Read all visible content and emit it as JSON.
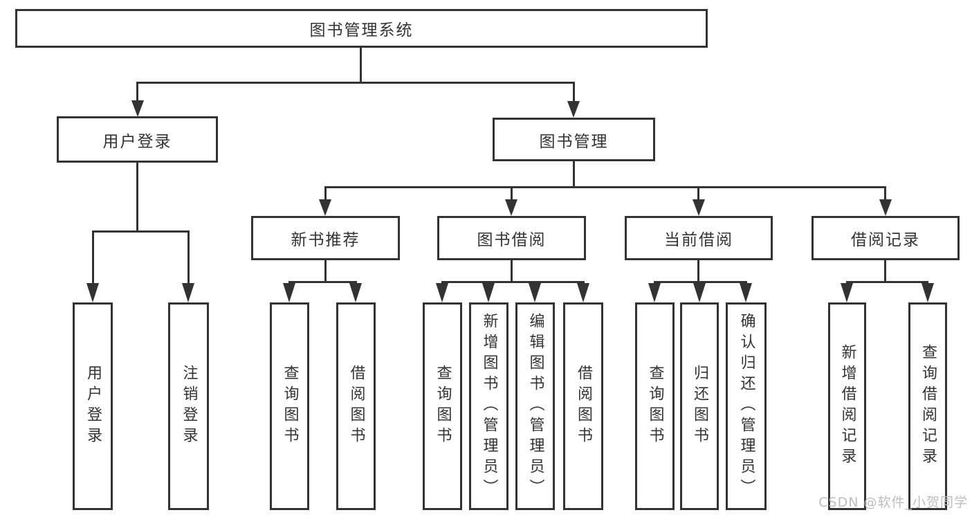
{
  "colors": {
    "line": "#333333",
    "text": "#333333",
    "box_background": "#ffffff",
    "watermark": "#bdbdbd"
  },
  "watermark": {
    "text": "CSDN @软件_小贺同学"
  },
  "tree": {
    "root": {
      "label": "图书管理系统"
    },
    "branches": [
      {
        "label": "用户登录",
        "children": [
          {
            "label": "用户登录"
          },
          {
            "label": "注销登录"
          }
        ]
      },
      {
        "label": "图书管理",
        "children": [
          {
            "label": "新书推荐",
            "children": [
              {
                "label": "查询图书"
              },
              {
                "label": "借阅图书"
              }
            ]
          },
          {
            "label": "图书借阅",
            "children": [
              {
                "label": "查询图书"
              },
              {
                "label": "新增图书（管理员）"
              },
              {
                "label": "编辑图书（管理员）"
              },
              {
                "label": "借阅图书"
              }
            ]
          },
          {
            "label": "当前借阅",
            "children": [
              {
                "label": "查询图书"
              },
              {
                "label": "归还图书"
              },
              {
                "label": "确认归还（管理员）"
              }
            ]
          },
          {
            "label": "借阅记录",
            "children": [
              {
                "label": "新增借阅记录"
              },
              {
                "label": "查询借阅记录"
              }
            ]
          }
        ]
      }
    ]
  }
}
